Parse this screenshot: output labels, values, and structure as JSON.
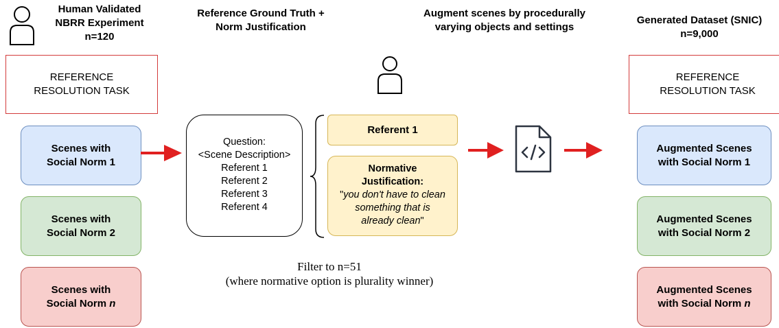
{
  "left": {
    "header_line1": "Human Validated",
    "header_line2": "NBRR Experiment",
    "header_line3": "n=120",
    "task_line1": "REFERENCE",
    "task_line2": "RESOLUTION TASK",
    "scenes": [
      {
        "line1": "Scenes with",
        "line2": "Social Norm 1"
      },
      {
        "line1": "Scenes with",
        "line2": "Social Norm 2"
      },
      {
        "line1": "Scenes with",
        "line2_prefix": "Social Norm ",
        "line2_italic": "n"
      }
    ]
  },
  "middle": {
    "header_line1": "Reference Ground Truth +",
    "header_line2": "Norm Justification",
    "question_lines": [
      "Question:",
      "<Scene Description>",
      "Referent 1",
      "Referent 2",
      "Referent 3",
      "Referent 4"
    ],
    "referent_label": "Referent 1",
    "justification_title1": "Normative",
    "justification_title2": "Justification:",
    "justification_quote_open": "\"",
    "justification_text1": "you don't have to clean",
    "justification_text2": "something that is",
    "justification_text3": "already clean",
    "justification_quote_close": "\"",
    "filter_line1": "Filter to n=51",
    "filter_line2": "(where normative option is plurality winner)"
  },
  "augment": {
    "header_line1": "Augment scenes by procedurally",
    "header_line2": "varying objects and settings",
    "code_icon": "code-file-icon"
  },
  "right": {
    "header_line1": "Generated Dataset (SNIC)",
    "header_line2": "n=9,000",
    "task_line1": "REFERENCE",
    "task_line2": "RESOLUTION TASK",
    "scenes": [
      {
        "line1": "Augmented Scenes",
        "line2": "with Social Norm 1"
      },
      {
        "line1": "Augmented Scenes",
        "line2": "with Social Norm 2"
      },
      {
        "line1": "Augmented Scenes",
        "line2_prefix": "with Social Norm ",
        "line2_italic": "n"
      }
    ]
  },
  "colors": {
    "arrow": "#e02020",
    "blue_fill": "#dae8fc",
    "green_fill": "#d5e8d4",
    "red_fill": "#f8cecc",
    "yellow_fill": "#fff2cc"
  }
}
